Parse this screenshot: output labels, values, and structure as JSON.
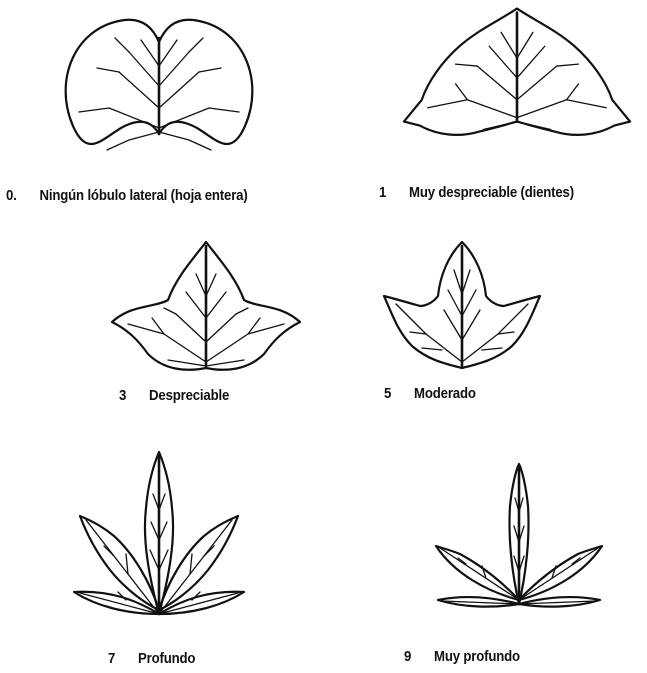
{
  "scale_items": [
    {
      "number": "0.",
      "label": "Ningún lóbulo lateral (hoja entera)",
      "icon": "entire-leaf-icon"
    },
    {
      "number": "1",
      "label": "Muy despreciable (dientes)",
      "icon": "toothed-leaf-icon"
    },
    {
      "number": "3",
      "label": "Despreciable",
      "icon": "slight-lobed-leaf-icon"
    },
    {
      "number": "5",
      "label": "Moderado",
      "icon": "moderate-lobed-leaf-icon"
    },
    {
      "number": "7",
      "label": "Profundo",
      "icon": "deep-lobed-leaf-icon"
    },
    {
      "number": "9",
      "label": "Muy profundo",
      "icon": "very-deep-lobed-leaf-icon"
    }
  ],
  "colors": {
    "ink": "#111111",
    "background": "#ffffff"
  }
}
